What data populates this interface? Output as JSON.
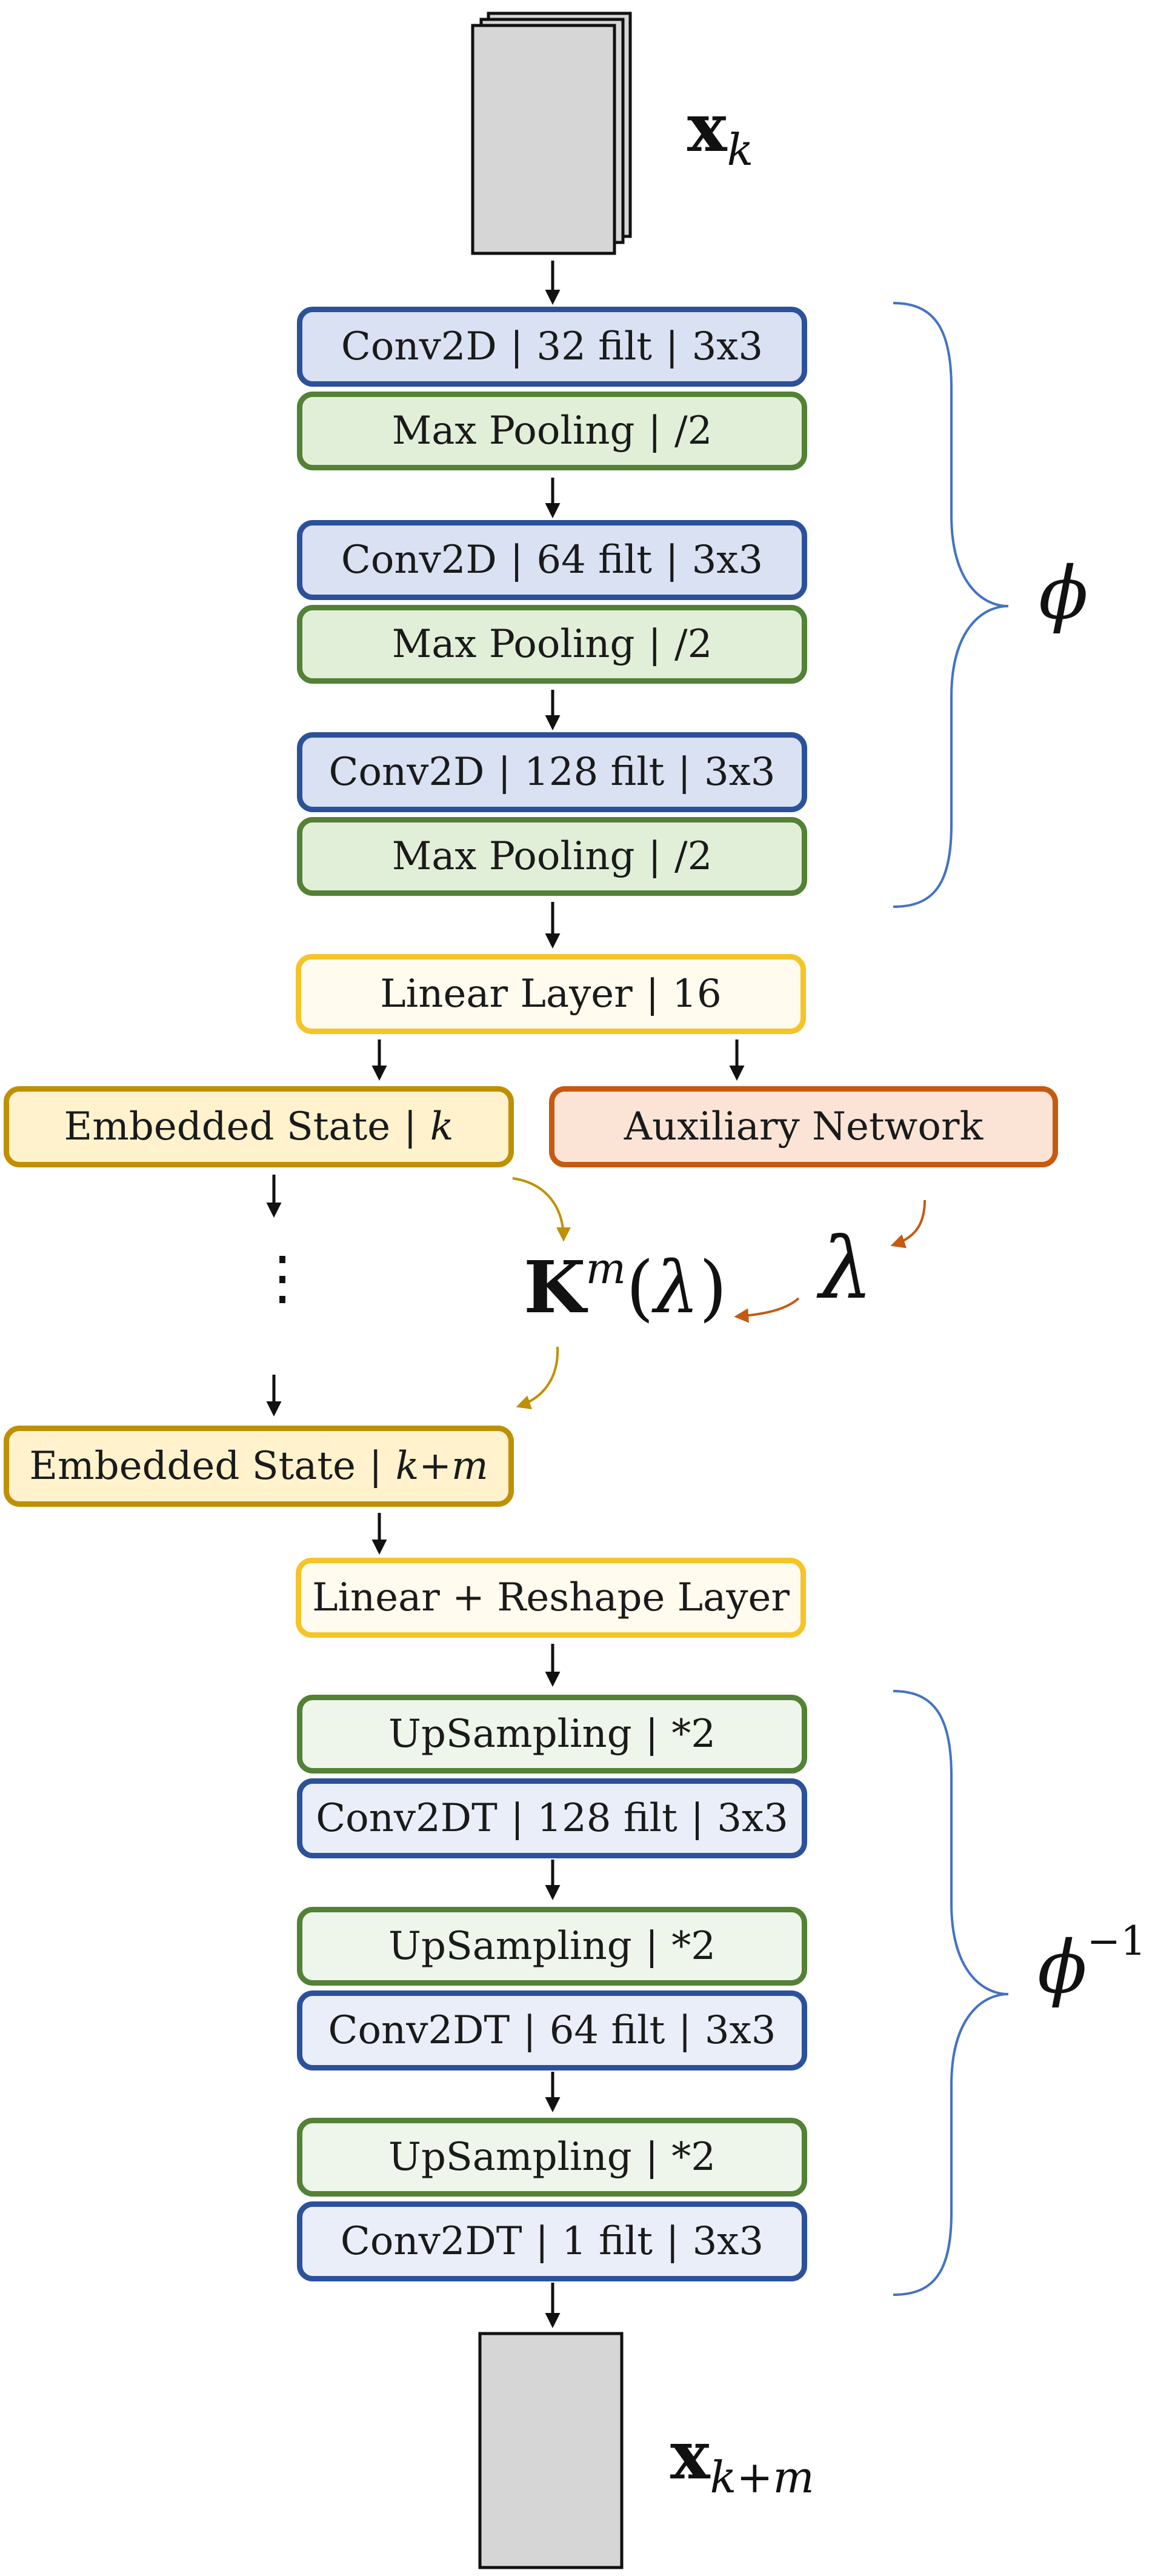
{
  "input": {
    "base": "x",
    "sub": "k"
  },
  "output": {
    "base": "x",
    "sub": "k+m"
  },
  "encoder": [
    {
      "kind": "conv",
      "name": "Conv2D",
      "filt": "32 filt",
      "kernel": "3x3"
    },
    {
      "kind": "pool",
      "name": "Max Pooling",
      "factor": "/2"
    },
    {
      "kind": "conv",
      "name": "Conv2D",
      "filt": "64 filt",
      "kernel": "3x3"
    },
    {
      "kind": "pool",
      "name": "Max Pooling",
      "factor": "/2"
    },
    {
      "kind": "conv",
      "name": "Conv2D",
      "filt": "128 filt",
      "kernel": "3x3"
    },
    {
      "kind": "pool",
      "name": "Max Pooling",
      "factor": "/2"
    }
  ],
  "linear": {
    "name": "Linear Layer",
    "size": "16"
  },
  "embedded_k": {
    "name": "Embedded State",
    "index": "k"
  },
  "auxiliary": {
    "name": "Auxiliary Network"
  },
  "koopman": {
    "symbol": "K",
    "power": "m",
    "arg": "λ"
  },
  "lambda": "λ",
  "dots": "⋮",
  "embedded_km": {
    "name": "Embedded State",
    "index": "k+m"
  },
  "linear_reshape": {
    "name": "Linear + Reshape Layer"
  },
  "decoder": [
    {
      "kind": "up",
      "name": "UpSampling",
      "factor": "*2"
    },
    {
      "kind": "deconv",
      "name": "Conv2DT",
      "filt": "128 filt",
      "kernel": "3x3"
    },
    {
      "kind": "up",
      "name": "UpSampling",
      "factor": "*2"
    },
    {
      "kind": "deconv",
      "name": "Conv2DT",
      "filt": "64 filt",
      "kernel": "3x3"
    },
    {
      "kind": "up",
      "name": "UpSampling",
      "factor": "*2"
    },
    {
      "kind": "deconv",
      "name": "Conv2DT",
      "filt": "1 filt",
      "kernel": "3x3"
    }
  ],
  "phi": {
    "symbol": "ϕ"
  },
  "phi_inv": {
    "symbol": "ϕ",
    "power": "−1"
  },
  "colors": {
    "arrow": "#111111",
    "gold_arrow": "#bf9000",
    "orange_arrow": "#c55a11",
    "brace": "#4472c4"
  }
}
